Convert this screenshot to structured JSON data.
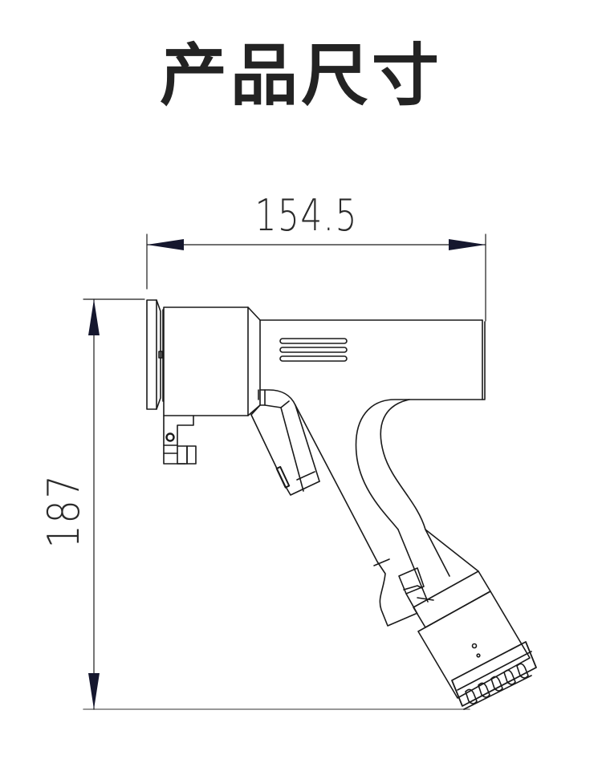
{
  "page": {
    "title": "产品尺寸"
  },
  "diagram": {
    "subject": "handheld gun-shaped tool (side view line drawing)",
    "dimensions": {
      "width": {
        "value": "154.5",
        "orientation": "horizontal"
      },
      "height": {
        "value": "187",
        "orientation": "vertical"
      }
    },
    "colors": {
      "line": "#1a1a1a",
      "arrow": "#15172e",
      "title": "#232323",
      "background": "#ffffff"
    }
  }
}
